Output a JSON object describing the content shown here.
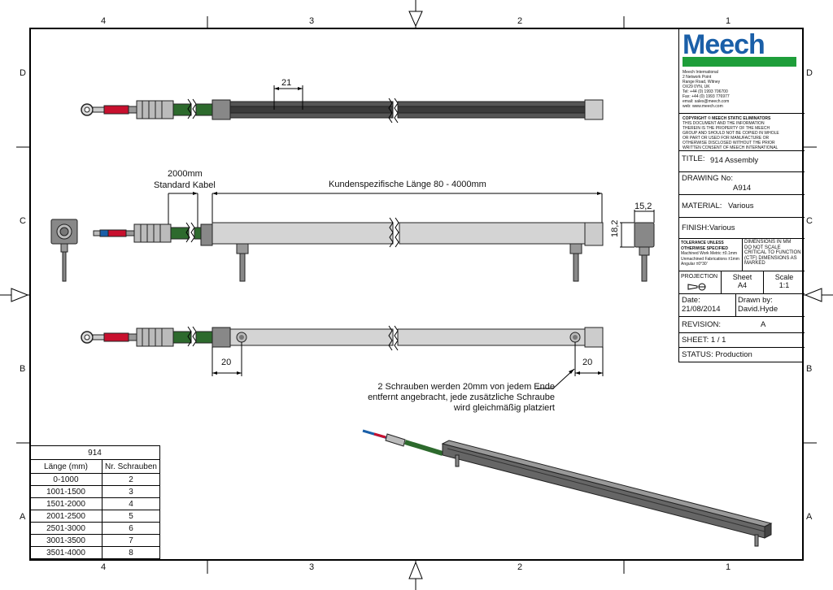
{
  "zones": {
    "columns": [
      "4",
      "3",
      "2",
      "1"
    ],
    "rows": [
      "D",
      "C",
      "B",
      "A"
    ]
  },
  "company": {
    "logo": "Meech",
    "address": [
      "Meech International",
      "2 Network Point",
      "Range Road, Witney",
      "OX29 0YN, UK",
      "Tel: +44 (0) 1993 706700",
      "Fax: +44 (0) 1993 776977",
      "email: sales@meech.com",
      "web: www.meech.com"
    ],
    "copyright": [
      "COPYRIGHT © MEECH STATIC ELIMINATORS",
      "THIS DOCUMENT AND THE INFORMATION",
      "THEREIN IS THE PROPERTY OF THE MEECH",
      "GROUP AND SHOULD NOT BE COPIED IN WHOLE",
      "OR PART OR USED FOR MANUFACTURE OR",
      "OTHERWISE DISCLOSED WITHOUT THE PRIOR",
      "WRITTEN CONSENT OF MEECH INTERNATIONAL"
    ]
  },
  "title_block": {
    "title_label": "TITLE:",
    "title_value": "914 Assembly",
    "drawing_label": "DRAWING No:",
    "drawing_value": "A914",
    "material_label": "MATERIAL:",
    "material_value": "Various",
    "finish_label": "FINISH:",
    "finish_value": "Various",
    "tolerance": [
      "TOLERANCE UNLESS",
      "OTHERWISE SPECIFIED",
      "Machined Work Metric ±0.1mm",
      "Unmachined Fabrications ±1mm",
      "Angular ±0°30'"
    ],
    "scale_note": [
      "DIMENSIONS IN MM",
      "DO NOT SCALE",
      "CRITICAL TO FUNCTION",
      "(CTF) DIMENSIONS AS",
      "MARKED"
    ],
    "projection_label": "PROJECTION",
    "sheet_label": "Sheet",
    "sheet_value": "A4",
    "scale_label": "Scale",
    "scale_value": "1:1",
    "date_label": "Date:",
    "date_value": "21/08/2014",
    "drawn_label": "Drawn by:",
    "drawn_value": "David.Hyde",
    "revision_label": "REVISION:",
    "revision_value": "A",
    "sheet_count": "SHEET: 1 / 1",
    "status": "STATUS: Production"
  },
  "dimensions": {
    "top_pitch": "21",
    "cable_length": "2000mm",
    "cable_label": "Standard Kabel",
    "custom_length": "Kundenspezifische Länge 80 - 4000mm",
    "width": "15,2",
    "height": "18,2",
    "end_left": "20",
    "end_right": "20"
  },
  "note": [
    "2 Schrauben werden 20mm von jedem Ende",
    "entfernt angebracht, jede zusätzliche Schraube",
    "wird gleichmäßig platziert"
  ],
  "bom": {
    "title": "914",
    "headers": [
      "Länge (mm)",
      "Nr. Schrauben"
    ],
    "rows": [
      [
        "0-1000",
        "2"
      ],
      [
        "1001-1500",
        "3"
      ],
      [
        "1501-2000",
        "4"
      ],
      [
        "2001-2500",
        "5"
      ],
      [
        "2501-3000",
        "6"
      ],
      [
        "3001-3500",
        "7"
      ],
      [
        "3501-4000",
        "8"
      ]
    ]
  },
  "colors": {
    "logo_blue": "#1a5fa8",
    "logo_green": "#1e9e3a",
    "cable_green": "#2d6a2d",
    "cable_red": "#c8102e",
    "bar_dark": "#555555",
    "bar_light": "#d4d4d4"
  }
}
